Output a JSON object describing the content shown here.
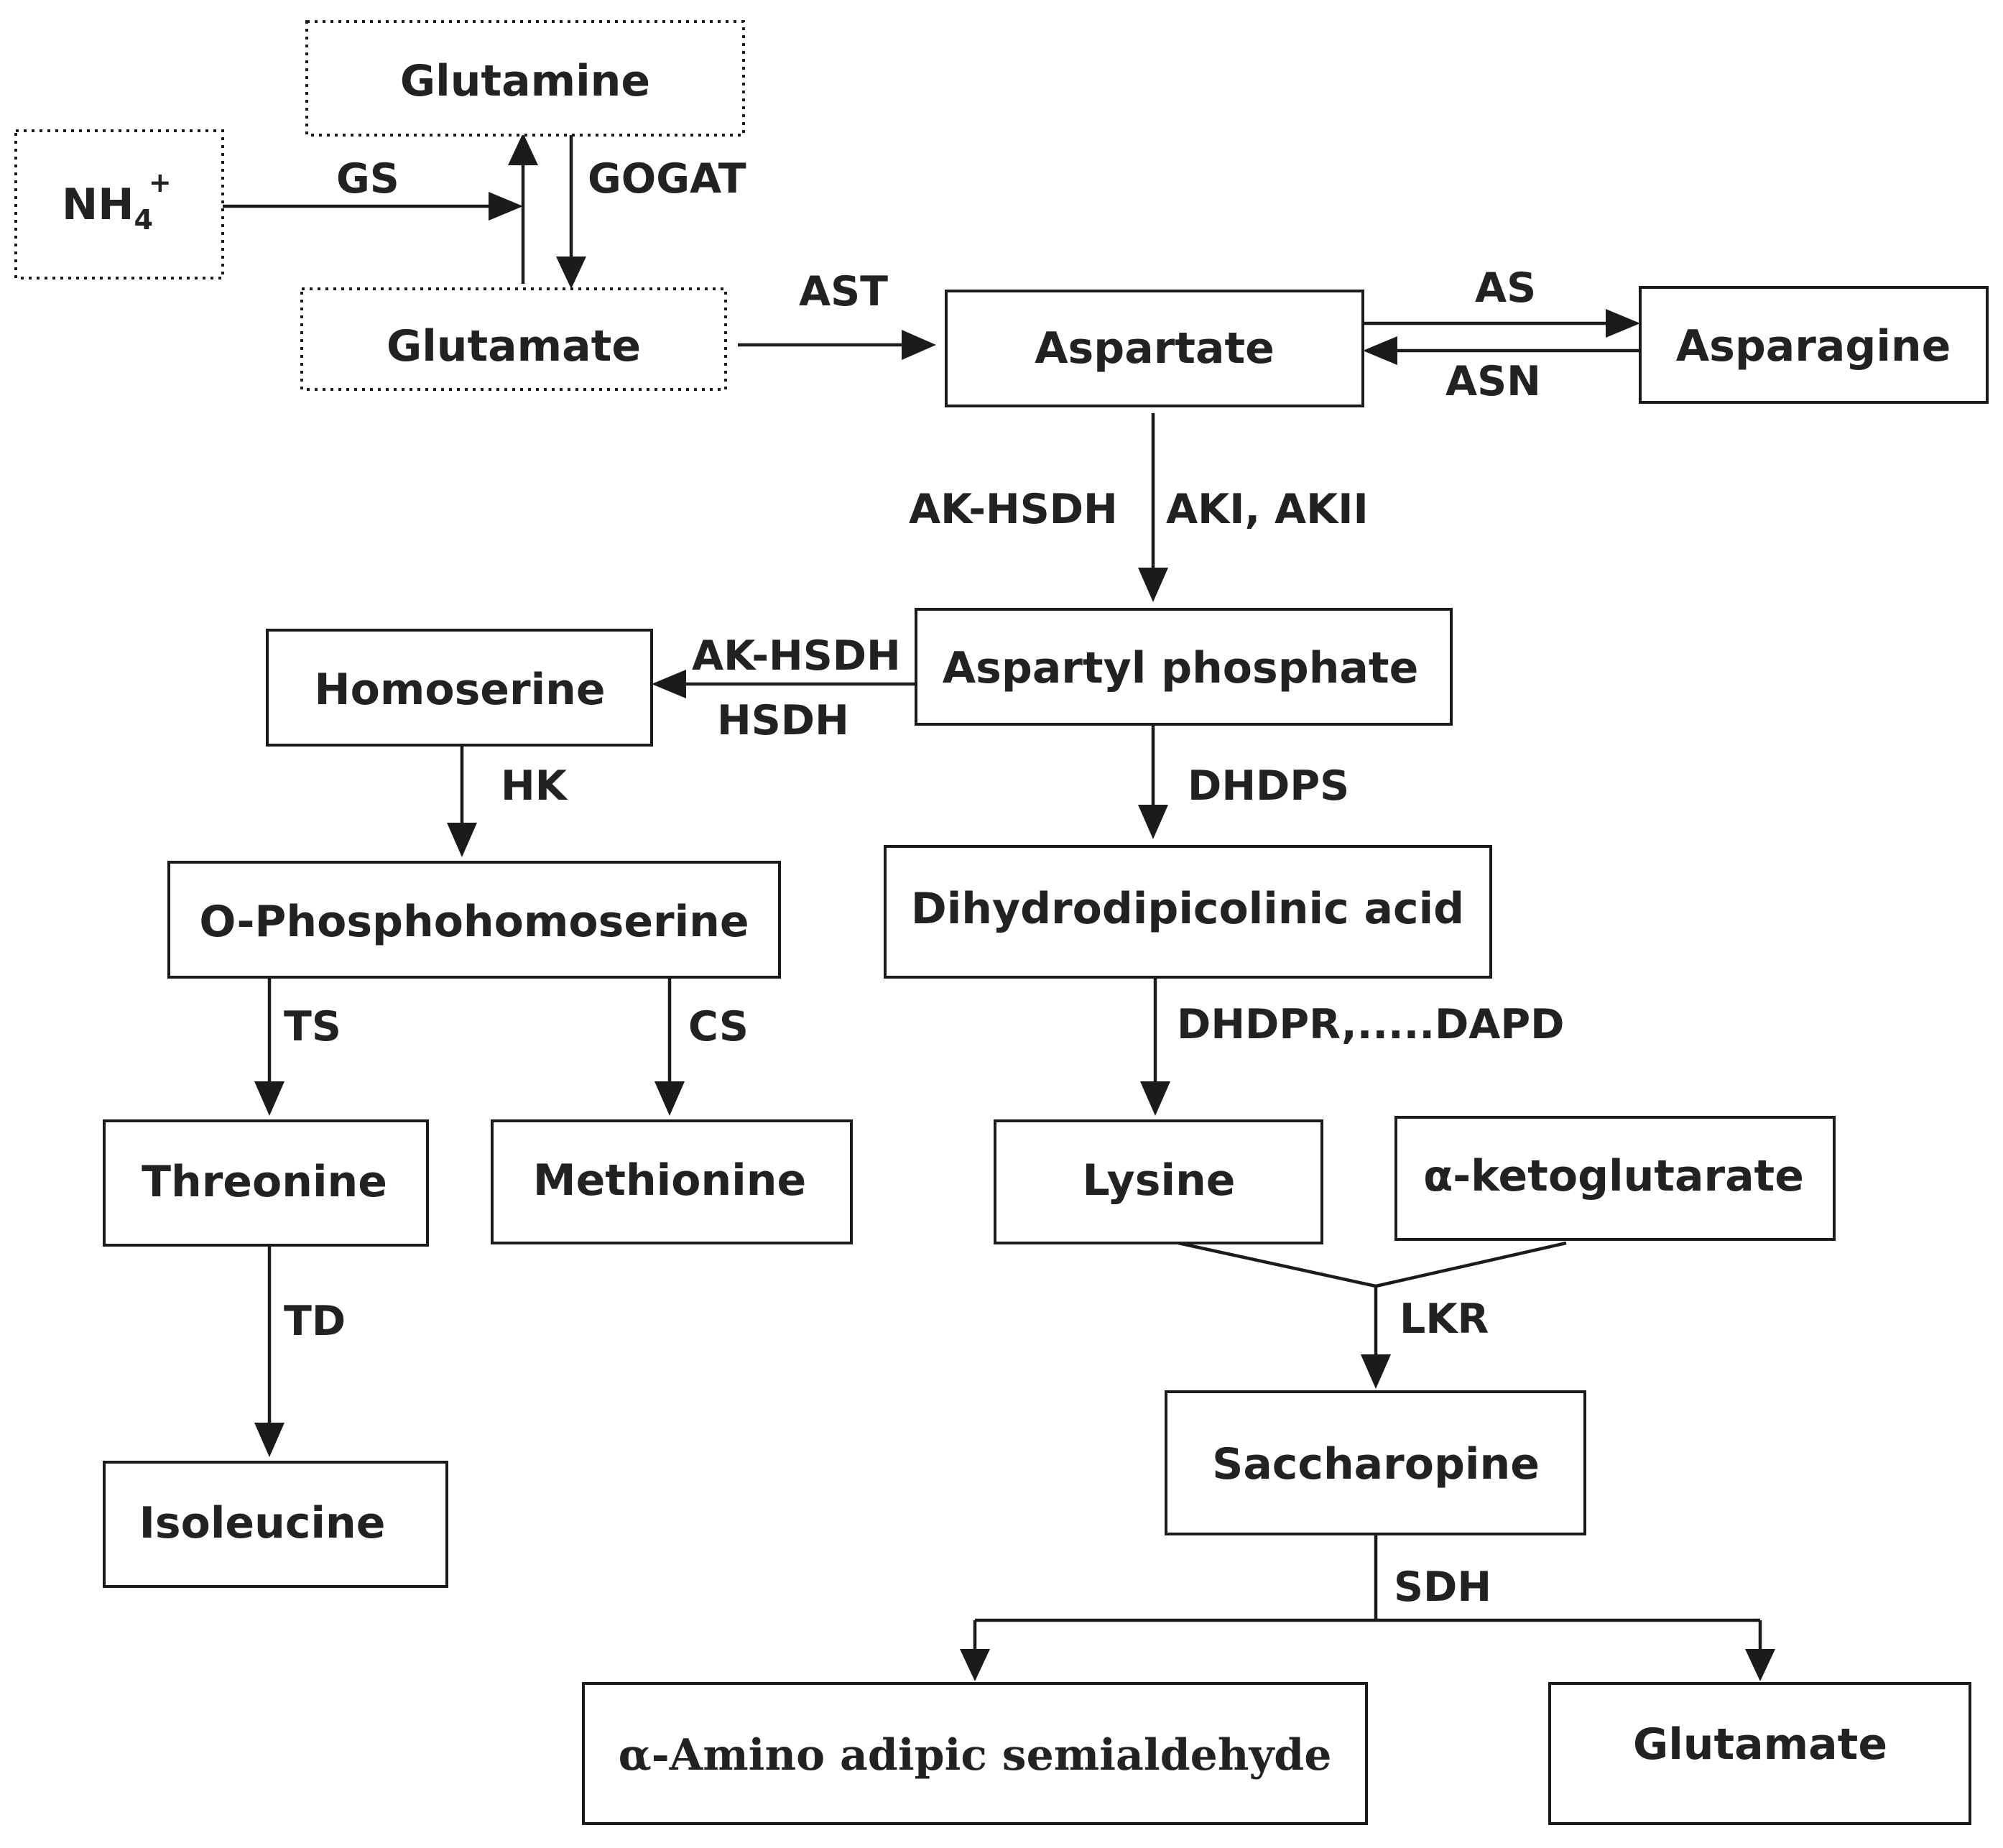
{
  "nodes": {
    "nh4": {
      "base": "NH",
      "subscript": "4",
      "superscript": "+"
    },
    "glutamine": "Glutamine",
    "glutamate_top": "Glutamate",
    "aspartate": "Aspartate",
    "asparagine": "Asparagine",
    "aspartyl_phosphate": "Aspartyl phosphate",
    "homoserine": "Homoserine",
    "o_phosphohomoserine": "O-Phosphohomoserine",
    "dihydrodipicolinic_acid": "Dihydrodipicolinic acid",
    "threonine": "Threonine",
    "methionine": "Methionine",
    "lysine": "Lysine",
    "alpha_ketoglutarate": "α-ketoglutarate",
    "isoleucine": "Isoleucine",
    "saccharopine": "Saccharopine",
    "alpha_amino_adipic_semialdehyde": "α-Amino adipic semialdehyde",
    "glutamate_bottom": "Glutamate"
  },
  "enzymes": {
    "gs": "GS",
    "gogat": "GOGAT",
    "ast": "AST",
    "as": "AS",
    "asn": "ASN",
    "ak_hsdh_left": "AK-HSDH",
    "aki_akii": "AKI, AKII",
    "ak_hsdh_branch": "AK-HSDH",
    "hsdh": "HSDH",
    "hk": "HK",
    "dhdps": "DHDPS",
    "ts": "TS",
    "cs": "CS",
    "dhdpr_dapd": "DHDPR,.....DAPD",
    "td": "TD",
    "lkr": "LKR",
    "sdh": "SDH"
  }
}
